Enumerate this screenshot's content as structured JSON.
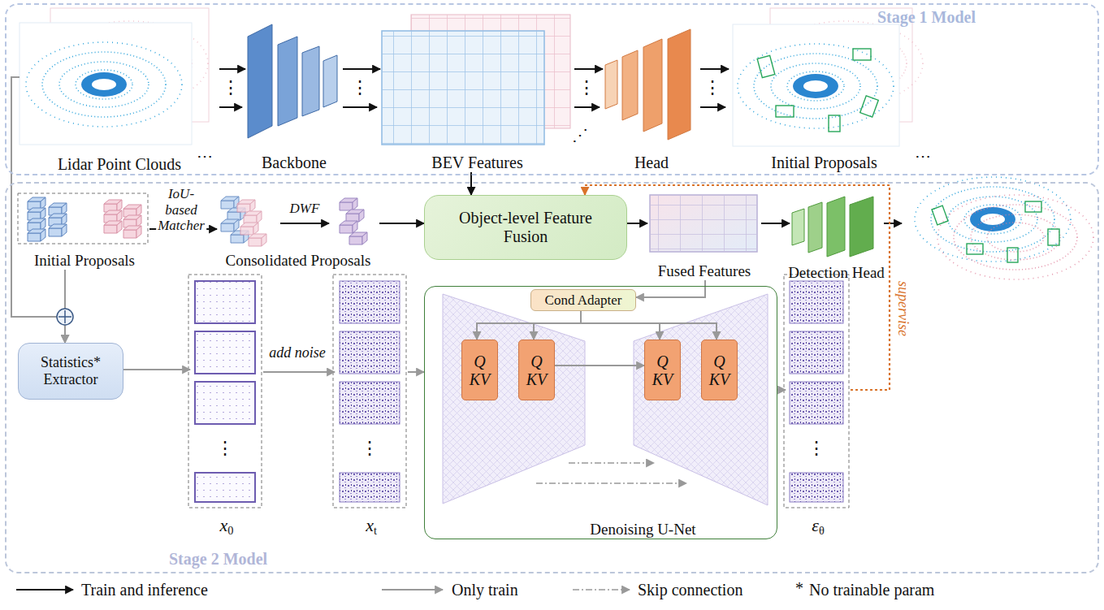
{
  "diagram": {
    "nodes": [
      {
        "text": [
          "Stage 1 Model"
        ]
      },
      {
        "text": [
          "Lidar Point Clouds"
        ],
        "in": 0
      },
      {
        "text": [
          "Backbone"
        ],
        "in": 0
      },
      {
        "text": [
          "BEV Features"
        ],
        "in": 0
      },
      {
        "text": [
          "Head"
        ],
        "in": 0
      },
      {
        "text": [
          "Initial Proposals"
        ],
        "in": 0
      },
      {
        "text": [
          "Stage 2 Model"
        ]
      },
      {
        "text": [
          "Initial Proposals"
        ],
        "in": 6
      },
      {
        "text": [
          "Consolidated Proposals"
        ],
        "in": 6
      },
      {
        "text": [
          "Object-level Feature Fusion"
        ],
        "in": 6
      },
      {
        "text": [
          "Fused Features"
        ],
        "in": 6
      },
      {
        "text": [
          "Detection Head"
        ],
        "in": 6
      },
      {
        "text": [
          "Statistics* Extractor"
        ],
        "in": 6
      },
      {
        "text": [
          "x0"
        ],
        "in": 6
      },
      {
        "text": [
          "xt"
        ],
        "in": 6
      },
      {
        "text": [
          "Denoising U-Net"
        ],
        "in": 6
      },
      {
        "text": [
          "Cond Adapter"
        ],
        "in": 15
      },
      {
        "text": [
          "Q KV"
        ],
        "in": 15
      },
      {
        "text": [
          "Q KV"
        ],
        "in": 15
      },
      {
        "text": [
          "Q KV"
        ],
        "in": 15
      },
      {
        "text": [
          "Q KV"
        ],
        "in": 15
      },
      {
        "text": [
          "εθ"
        ],
        "in": 6
      }
    ],
    "edges": [
      {
        "from": 1,
        "to": 2,
        "arrow": "to"
      },
      {
        "from": 2,
        "to": 3,
        "arrow": "to"
      },
      {
        "from": 3,
        "to": 4,
        "arrow": "to"
      },
      {
        "from": 4,
        "to": 5,
        "arrow": "to"
      },
      {
        "from": 7,
        "to": 8,
        "arrow": "to",
        "label": "IoU-based Matcher"
      },
      {
        "from": 8,
        "to": 9,
        "arrow": "to"
      },
      {
        "from": 3,
        "to": 9,
        "arrow": "to"
      },
      {
        "from": 9,
        "to": 10,
        "arrow": "to"
      },
      {
        "from": 10,
        "to": 11,
        "arrow": "to"
      },
      {
        "from": 1,
        "to": 12,
        "arrow": "to"
      },
      {
        "from": 7,
        "to": 12,
        "arrow": "to"
      },
      {
        "from": 12,
        "to": 13,
        "arrow": "to"
      },
      {
        "from": 13,
        "to": 14,
        "arrow": "to",
        "label": "add noise"
      },
      {
        "from": 14,
        "to": 15,
        "arrow": "to"
      },
      {
        "from": 10,
        "to": 16,
        "arrow": "to"
      },
      {
        "from": 16,
        "to": 17,
        "arrow": "to"
      },
      {
        "from": 16,
        "to": 18,
        "arrow": "to"
      },
      {
        "from": 16,
        "to": 19,
        "arrow": "to"
      },
      {
        "from": 16,
        "to": 20,
        "arrow": "to"
      },
      {
        "from": 18,
        "to": 19,
        "arrow": "to"
      },
      {
        "from": 15,
        "to": 21,
        "arrow": "to"
      },
      {
        "from": 21,
        "to": 9,
        "arrow": "to",
        "label": "supervise"
      }
    ],
    "labels": [
      "⋮",
      "⋮",
      "⋮",
      "⋮",
      "⋯",
      "⋰",
      "⋯",
      "DWF",
      "⋮",
      "⋮",
      "⋮",
      "*"
    ],
    "legend": [
      {
        "text": "Train and inference"
      },
      {
        "text": "Only train"
      },
      {
        "text": "Skip connection"
      },
      {
        "text": "No trainable param"
      }
    ]
  }
}
